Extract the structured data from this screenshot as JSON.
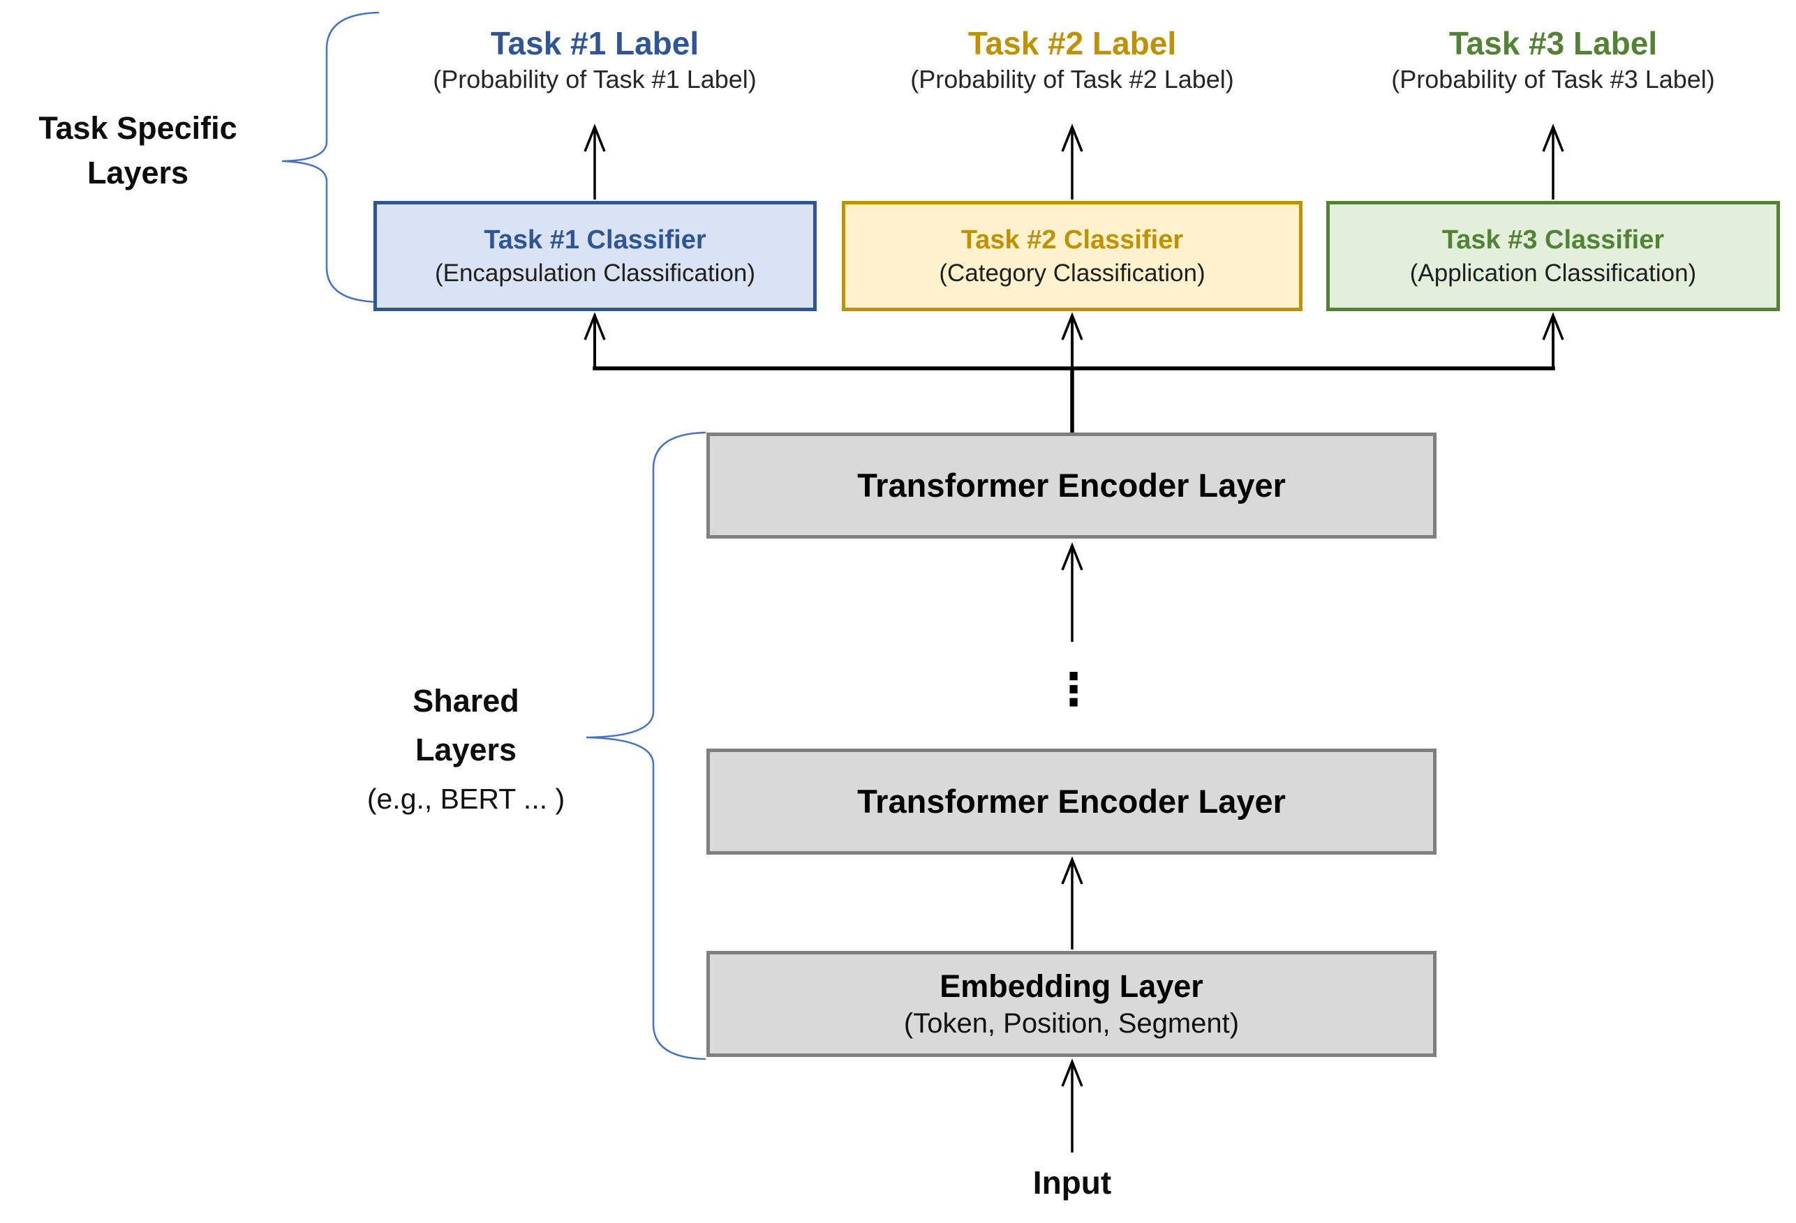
{
  "region_labels": {
    "task_specific": {
      "line1": "Task Specific",
      "line2": "Layers"
    },
    "shared": {
      "line1": "Shared",
      "line2": "Layers",
      "line3": "(e.g., BERT ... )"
    }
  },
  "tasks": [
    {
      "label": "Task #1 Label",
      "label_sub": "(Probability of Task #1 Label)",
      "classifier": "Task #1 Classifier",
      "classifier_sub": "(Encapsulation Classification)",
      "accent": "#2F5597",
      "fill": "#DAE3F3"
    },
    {
      "label": "Task #2 Label",
      "label_sub": "(Probability of Task #2 Label)",
      "classifier": "Task #2 Classifier",
      "classifier_sub": "(Category Classification)",
      "accent": "#BF9000",
      "fill": "#FFF2CC"
    },
    {
      "label": "Task #3 Label",
      "label_sub": "(Probability of Task #3 Label)",
      "classifier": "Task #3 Classifier",
      "classifier_sub": "(Application Classification)",
      "accent": "#538135",
      "fill": "#E2EFDA"
    }
  ],
  "shared_layers": {
    "encoder_top": "Transformer Encoder Layer",
    "ellipsis": "⋮",
    "encoder_bottom": "Transformer Encoder Layer",
    "embedding": "Embedding Layer",
    "embedding_sub": "(Token, Position, Segment)"
  },
  "input_label": "Input",
  "colors": {
    "brace": "#4472C4",
    "arrow": "#000000",
    "shared_box_fill": "#D9D9D9",
    "shared_box_border": "#7F7F7F"
  }
}
